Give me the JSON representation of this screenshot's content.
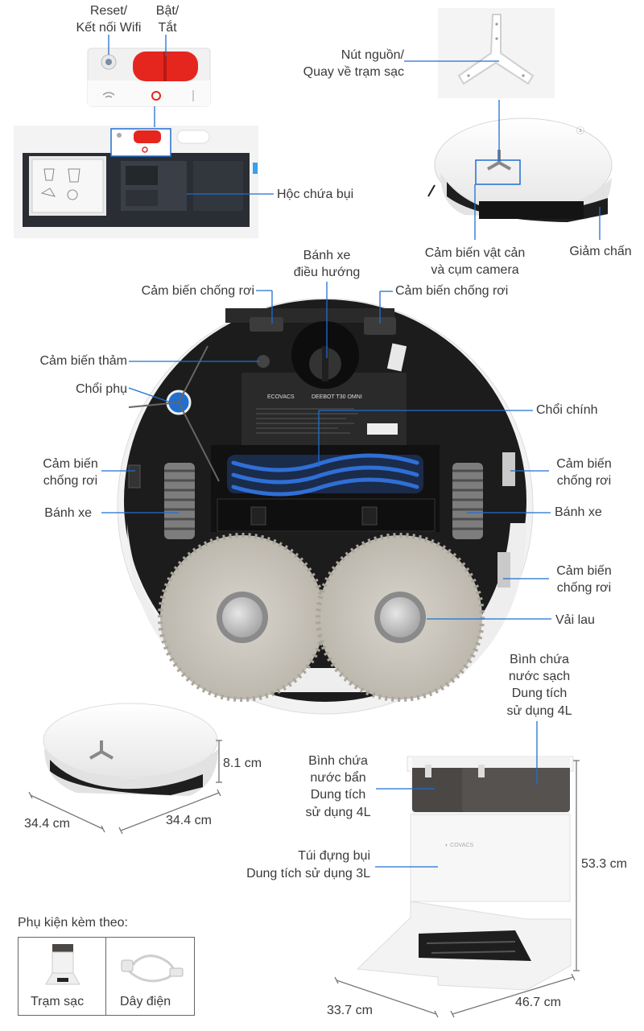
{
  "labels": {
    "reset": "Reset/",
    "wifi": "Kết nối Wifi",
    "power_on": "Bật/",
    "power_off": "Tắt",
    "power_button": "Nút nguồn/",
    "return_dock": "Quay về trạm sạc",
    "dust_bin": "Hộc chứa bụi",
    "obstacle_sensor_1": "Cảm biến vật cản",
    "obstacle_sensor_2": "và cụm camera",
    "bumper": "Giảm chấn",
    "nav_wheel_1": "Bánh xe",
    "nav_wheel_2": "điều hướng",
    "cliff_sensor_top_left": "Cảm biến chống rơi",
    "cliff_sensor_top_right": "Cảm biến chống rơi",
    "carpet_sensor": "Cảm biến thảm",
    "side_brush": "Chổi phụ",
    "main_brush": "Chổi chính",
    "cliff_left_1": "Cảm biến",
    "cliff_left_2": "chống rơi",
    "cliff_right_1": "Cảm biến",
    "cliff_right_2": "chống rơi",
    "wheel_left": "Bánh xe",
    "wheel_right": "Bánh xe",
    "cliff_right_low_1": "Cảm biến",
    "cliff_right_low_2": "chống rơi",
    "mop": "Vải lau",
    "clean_tank_1": "Bình chứa",
    "clean_tank_2": "nước sạch",
    "clean_tank_3": "Dung tích",
    "clean_tank_4": "sử dụng 4L",
    "dirty_tank_1": "Bình chứa",
    "dirty_tank_2": "nước bẩn",
    "dirty_tank_3": "Dung tích",
    "dirty_tank_4": "sử dụng 4L",
    "dust_bag_1": "Túi đựng bụi",
    "dust_bag_2": "Dung tích sử dụng 3L"
  },
  "dimensions": {
    "robot_height": "8.1 cm",
    "robot_depth": "34.4 cm",
    "robot_width": "34.4 cm",
    "station_height": "53.3 cm",
    "station_depth": "33.7 cm",
    "station_width": "46.7 cm"
  },
  "accessories": {
    "title": "Phụ kiện kèm theo:",
    "items": [
      "Trạm sạc",
      "Dây điện"
    ]
  },
  "product_text": {
    "brand": "ECOVACS",
    "model": "DEEBOT T30 OMNI"
  },
  "colors": {
    "accent_red": "#e5261f",
    "line_blue": "#1f6fd1",
    "robot_black": "#1c1c1c",
    "robot_white": "#f4f4f4",
    "brush_blue": "#2f6fd6",
    "mop_grey": "#c9c5bd"
  }
}
